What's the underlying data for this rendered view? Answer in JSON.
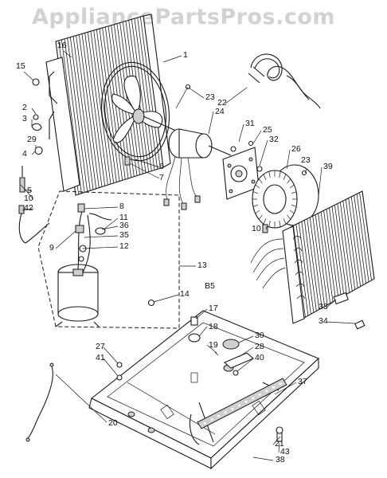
{
  "watermark": "AppliancePartsPros.com",
  "diagram_code": "B5",
  "callouts": [
    "1",
    "2",
    "3",
    "4",
    "5",
    "6",
    "7",
    "8",
    "9",
    "10",
    "11",
    "12",
    "13",
    "14",
    "15",
    "16",
    "17",
    "18",
    "19",
    "20",
    "21",
    "22",
    "23",
    "24",
    "25",
    "26",
    "27",
    "28",
    "29",
    "30",
    "31",
    "32",
    "33",
    "34",
    "35",
    "36",
    "37",
    "38",
    "39",
    "40",
    "41",
    "42",
    "43"
  ]
}
